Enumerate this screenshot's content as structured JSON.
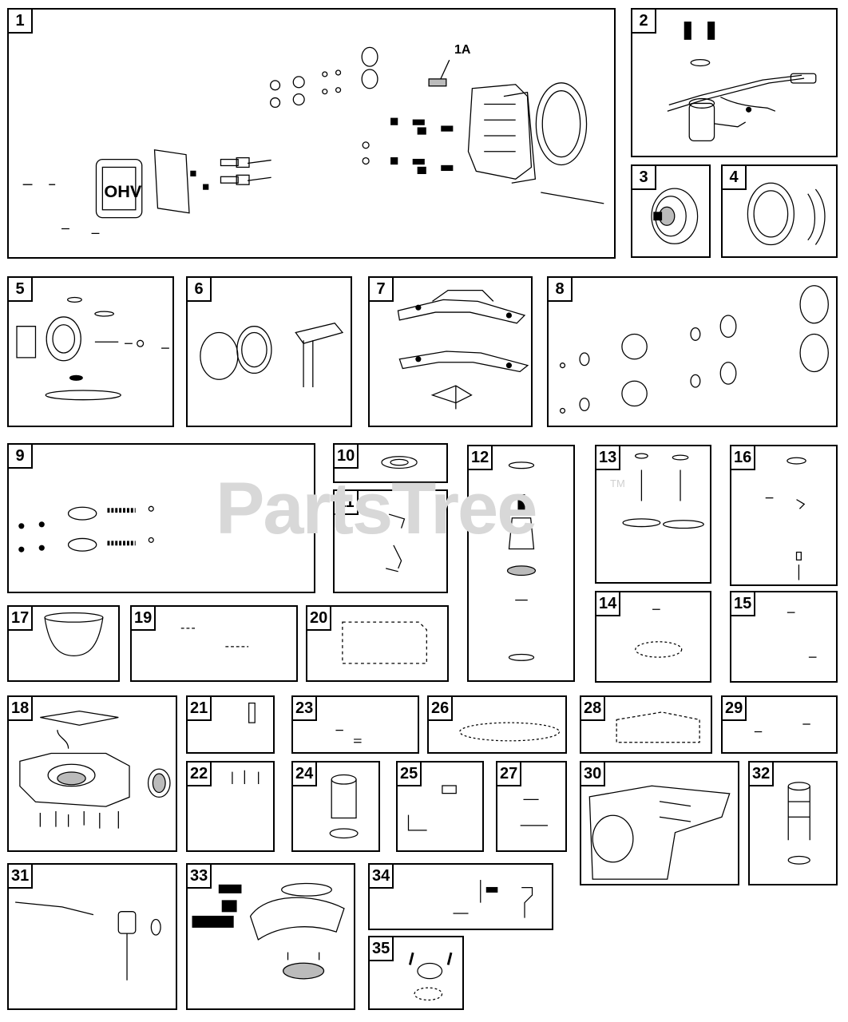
{
  "panels": [
    {
      "label": "1"
    },
    {
      "label": "2"
    },
    {
      "label": "3"
    },
    {
      "label": "4"
    },
    {
      "label": "5"
    },
    {
      "label": "6"
    },
    {
      "label": "7"
    },
    {
      "label": "8"
    },
    {
      "label": "9"
    },
    {
      "label": "10"
    },
    {
      "label": "11"
    },
    {
      "label": "12"
    },
    {
      "label": "13"
    },
    {
      "label": "16"
    },
    {
      "label": "14"
    },
    {
      "label": "15"
    },
    {
      "label": "17"
    },
    {
      "label": "19"
    },
    {
      "label": "20"
    },
    {
      "label": "18"
    },
    {
      "label": "21"
    },
    {
      "label": "23"
    },
    {
      "label": "26"
    },
    {
      "label": "28"
    },
    {
      "label": "29"
    },
    {
      "label": "22"
    },
    {
      "label": "24"
    },
    {
      "label": "25"
    },
    {
      "label": "27"
    },
    {
      "label": "30"
    },
    {
      "label": "32"
    },
    {
      "label": "31"
    },
    {
      "label": "33"
    },
    {
      "label": "34"
    },
    {
      "label": "35"
    }
  ],
  "callouts": {
    "p1_sub": "1A"
  },
  "watermark": {
    "text": "PartsTree",
    "tm": "TM"
  }
}
